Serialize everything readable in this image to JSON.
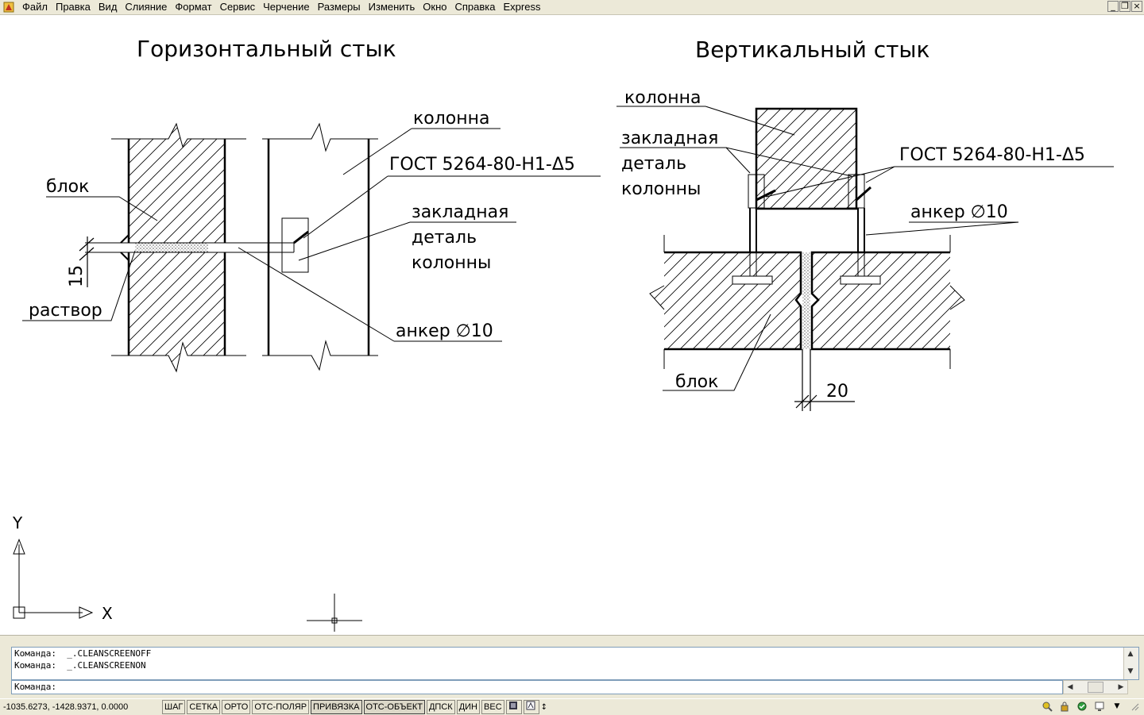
{
  "menu": {
    "items": [
      "Файл",
      "Правка",
      "Вид",
      "Слияние",
      "Формат",
      "Сервис",
      "Черчение",
      "Размеры",
      "Изменить",
      "Окно",
      "Справка",
      "Express"
    ],
    "controls": [
      "_",
      "❐",
      "×"
    ]
  },
  "drawing": {
    "left_title": "Горизонтальный стык",
    "right_title": "Вертикальный стык",
    "left_labels": {
      "column": "колонна",
      "gost": "ГОСТ 5264-80-Н1-Δ5",
      "block": "блок",
      "embedded_1": "закладная",
      "embedded_2": "деталь",
      "embedded_3": "колонны",
      "dim_15": "15",
      "mortar": "раствор",
      "anchor": "анкер ∅10"
    },
    "right_labels": {
      "column": "колонна",
      "embedded_1": "закладная",
      "embedded_2": "деталь",
      "embedded_3": "колонны",
      "gost": "ГОСТ 5264-80-Н1-Δ5",
      "anchor": "анкер ∅10",
      "block": "блок",
      "dim_20": "20"
    },
    "ucs": {
      "y": "Y",
      "x": "X"
    }
  },
  "command": {
    "history": [
      "Команда:  _.CLEANSCREENOFF",
      "Команда:  _.CLEANSCREENON"
    ],
    "prompt": "Команда:"
  },
  "status": {
    "coords": "-1035.6273, -1428.9371, 0.0000",
    "toggles": [
      {
        "label": "ШАГ",
        "on": false
      },
      {
        "label": "СЕТКА",
        "on": false
      },
      {
        "label": "ОРТО",
        "on": false
      },
      {
        "label": "ОТС-ПОЛЯР",
        "on": false
      },
      {
        "label": "ПРИВЯЗКА",
        "on": true
      },
      {
        "label": "ОТС-ОБЪЕКТ",
        "on": true
      },
      {
        "label": "ДПСК",
        "on": false
      },
      {
        "label": "ДИН",
        "on": false
      },
      {
        "label": "ВЕС",
        "on": false
      }
    ]
  }
}
